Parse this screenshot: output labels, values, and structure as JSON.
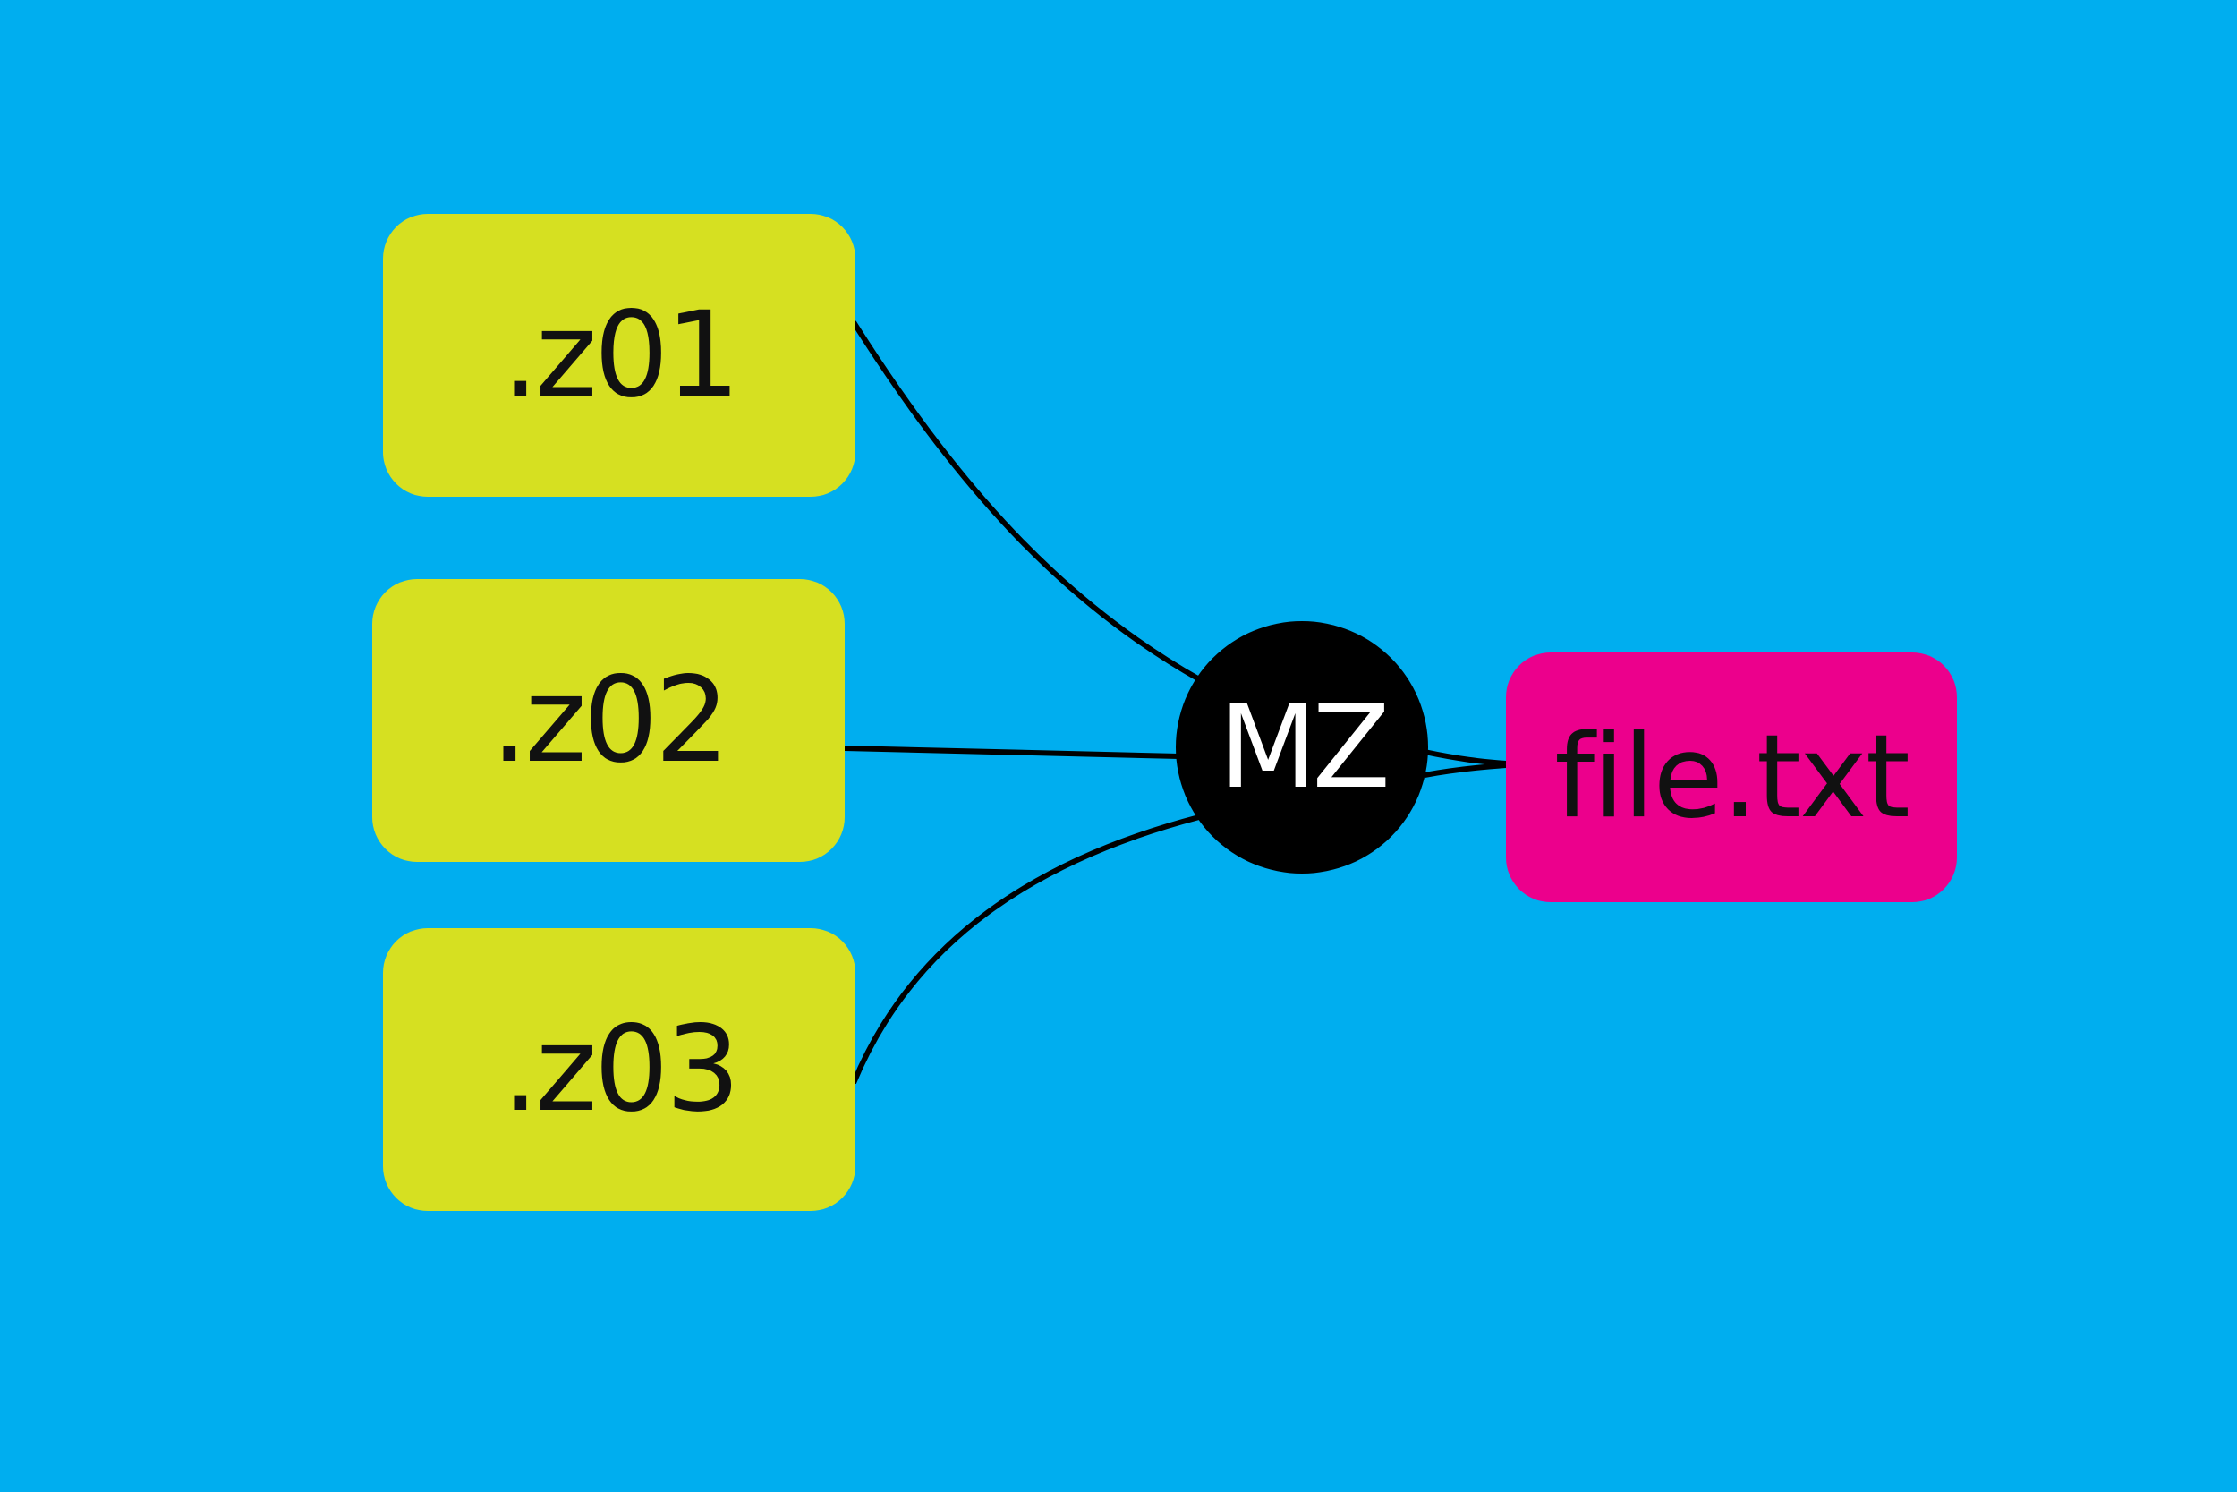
{
  "diagram": {
    "background_color": "#00aeef",
    "parts": [
      {
        "id": "z01",
        "label": ".z01"
      },
      {
        "id": "z02",
        "label": ".z02"
      },
      {
        "id": "z03",
        "label": ".z03"
      }
    ],
    "hub": {
      "label": "MZ"
    },
    "output": {
      "label": "file.txt"
    },
    "colors": {
      "part_box": "#d6e021",
      "output_box": "#ec008c",
      "hub": "#000000",
      "connector": "#000000"
    },
    "edges": [
      {
        "from": "z01",
        "to": "hub"
      },
      {
        "from": "z02",
        "to": "hub"
      },
      {
        "from": "z03",
        "to": "hub"
      },
      {
        "from": "hub",
        "to": "output"
      }
    ]
  }
}
